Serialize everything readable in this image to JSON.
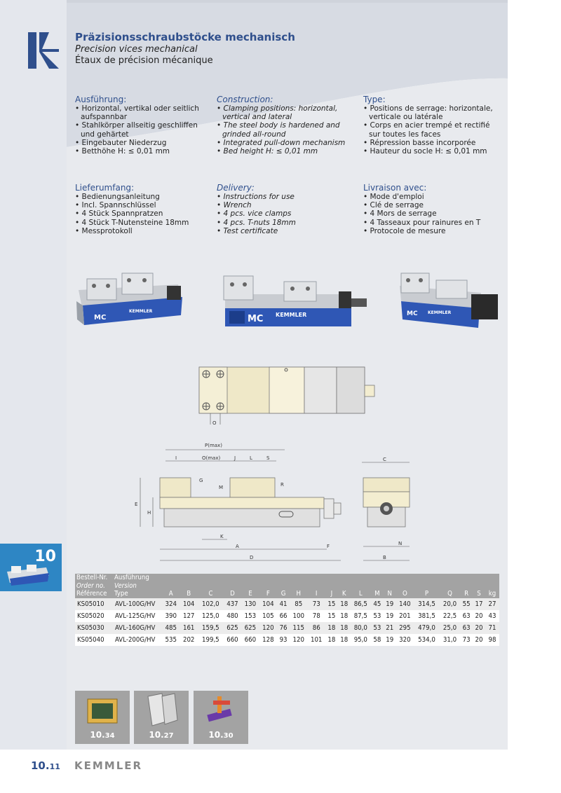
{
  "header": {
    "title_de": "Präzisionsschraubstöcke mechanisch",
    "title_en": "Precision vices mechanical",
    "title_fr": "Étaux de précision mécanique"
  },
  "features": {
    "de": {
      "heading": "Ausführung:",
      "items": [
        "Horizontal, vertikal oder seitlich aufspannbar",
        "Stahlkörper allseitig geschliffen und gehärtet",
        "Eingebauter Niederzug",
        "Betthöhe H: ≤ 0,01 mm"
      ]
    },
    "en": {
      "heading": "Construction:",
      "items": [
        "Clamping positions: horizontal, vertical and lateral",
        "The steel body is hardened and grinded all-round",
        "Integrated pull-down mechanism",
        "Bed height H: ≤ 0,01 mm"
      ]
    },
    "fr": {
      "heading": "Type:",
      "items": [
        "Positions de serrage: horizontale, verticale ou latérale",
        "Corps en acier trempé et rectifié sur toutes les faces",
        "Répression basse incorporée",
        "Hauteur du socle H: ≤ 0,01 mm"
      ]
    }
  },
  "delivery": {
    "de": {
      "heading": "Lieferumfang:",
      "items": [
        "Bedienungsanleitung",
        "Incl. Spannschlüssel",
        "4 Stück Spannpratzen",
        "4 Stück T-Nutensteine 18mm",
        "Messprotokoll"
      ]
    },
    "en": {
      "heading": "Delivery:",
      "items": [
        "Instructions for use",
        "Wrench",
        "4 pcs. vice clamps",
        "4 pcs. T-nuts 18mm",
        "Test certificate"
      ]
    },
    "fr": {
      "heading": "Livraison avec:",
      "items": [
        "Mode d'emploi",
        "Clé de serrage",
        "4 Mors de serrage",
        "4 Tasseaux pour rainures en T",
        "Protocole de mesure"
      ]
    }
  },
  "photos": {
    "brand": "MC",
    "maker": "KEMMLER"
  },
  "drawing_labels": {
    "o_top": "O",
    "p": "P(max)",
    "i": "I",
    "o": "O(max)",
    "j": "J",
    "l": "L",
    "s": "S",
    "g": "G",
    "m": "M",
    "r": "R",
    "e": "E",
    "h": "H",
    "k": "K",
    "a": "A",
    "f": "F",
    "d": "D",
    "c": "C",
    "n": "N",
    "b": "B"
  },
  "section": {
    "number": "10"
  },
  "table": {
    "head_order": [
      "Bestell-Nr.",
      "Order no.",
      "Référence"
    ],
    "head_type": [
      "Ausführung",
      "Version",
      "Type"
    ],
    "columns": [
      "A",
      "B",
      "C",
      "D",
      "E",
      "F",
      "G",
      "H",
      "I",
      "J",
      "K",
      "L",
      "M",
      "N",
      "O",
      "P",
      "Q",
      "R",
      "S",
      "kg"
    ],
    "rows": [
      {
        "order": "KS05010",
        "type": "AVL-100G/HV",
        "values": [
          "324",
          "104",
          "102,0",
          "437",
          "130",
          "104",
          "41",
          "85",
          "73",
          "15",
          "18",
          "86,5",
          "45",
          "19",
          "140",
          "314,5",
          "20,0",
          "55",
          "17",
          "27"
        ]
      },
      {
        "order": "KS05020",
        "type": "AVL-125G/HV",
        "values": [
          "390",
          "127",
          "125,0",
          "480",
          "153",
          "105",
          "66",
          "100",
          "78",
          "15",
          "18",
          "87,5",
          "53",
          "19",
          "201",
          "381,5",
          "22,5",
          "63",
          "20",
          "43"
        ]
      },
      {
        "order": "KS05030",
        "type": "AVL-160G/HV",
        "values": [
          "485",
          "161",
          "159,5",
          "625",
          "625",
          "120",
          "76",
          "115",
          "86",
          "18",
          "18",
          "80,0",
          "53",
          "21",
          "295",
          "479,0",
          "25,0",
          "63",
          "20",
          "71"
        ]
      },
      {
        "order": "KS05040",
        "type": "AVL-200G/HV",
        "values": [
          "535",
          "202",
          "199,5",
          "660",
          "660",
          "128",
          "93",
          "120",
          "101",
          "18",
          "18",
          "95,0",
          "58",
          "19",
          "320",
          "534,0",
          "31,0",
          "73",
          "20",
          "98"
        ]
      }
    ]
  },
  "accessories": [
    {
      "label_main": "10.",
      "label_sub": "34"
    },
    {
      "label_main": "10.",
      "label_sub": "27"
    },
    {
      "label_main": "10.",
      "label_sub": "30"
    }
  ],
  "footer": {
    "page_main": "10.",
    "page_sub": "11",
    "brand": "KEMMLER"
  },
  "colors": {
    "accent": "#2f4f8c",
    "tab_blue": "#2e86c4",
    "table_head": "#a3a3a3"
  }
}
